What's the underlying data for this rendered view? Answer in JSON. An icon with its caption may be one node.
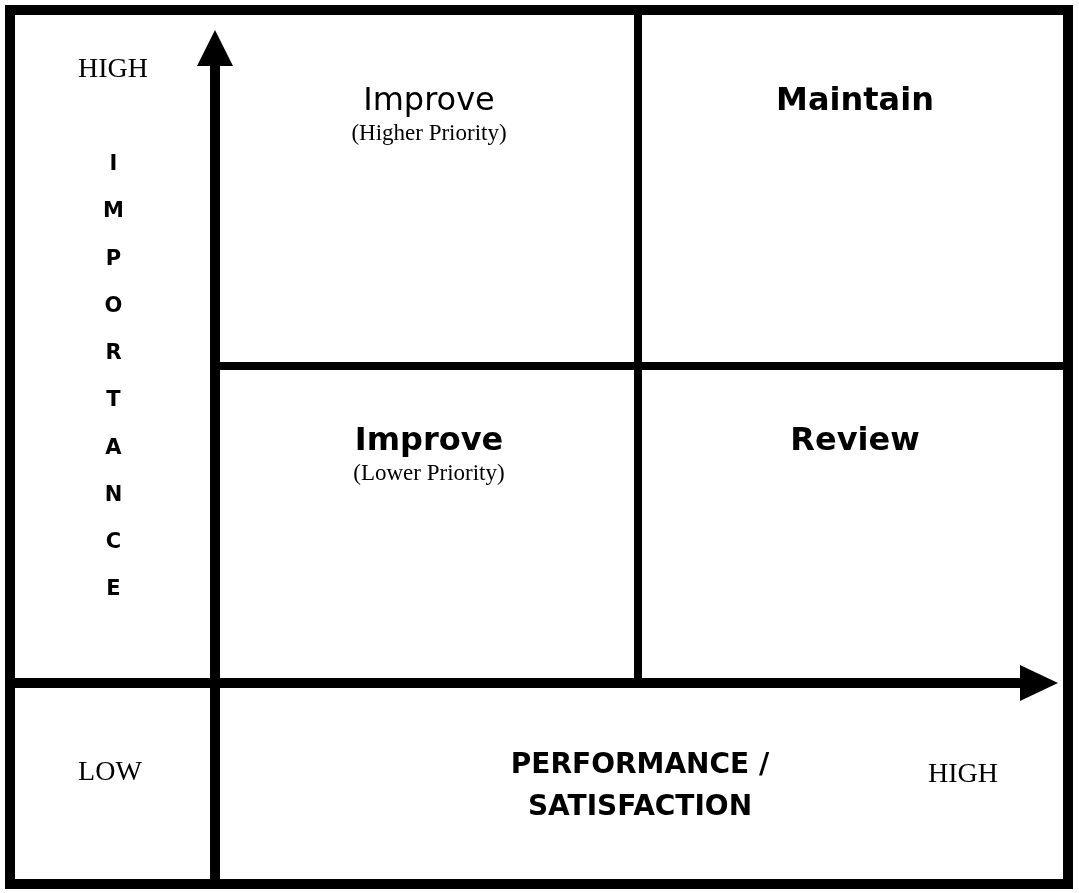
{
  "diagram": {
    "nodes": [
      {
        "text": [
          "Improve",
          "(Higher Priority)"
        ]
      },
      {
        "text": [
          "Maintain"
        ]
      },
      {
        "text": [
          "Improve",
          "(Lower Priority)"
        ]
      },
      {
        "text": [
          "Review"
        ]
      }
    ],
    "labels": [
      "HIGH",
      "IMPORTANCE",
      "LOW",
      "PERFORMANCE / SATISFACTION",
      "HIGH"
    ]
  }
}
